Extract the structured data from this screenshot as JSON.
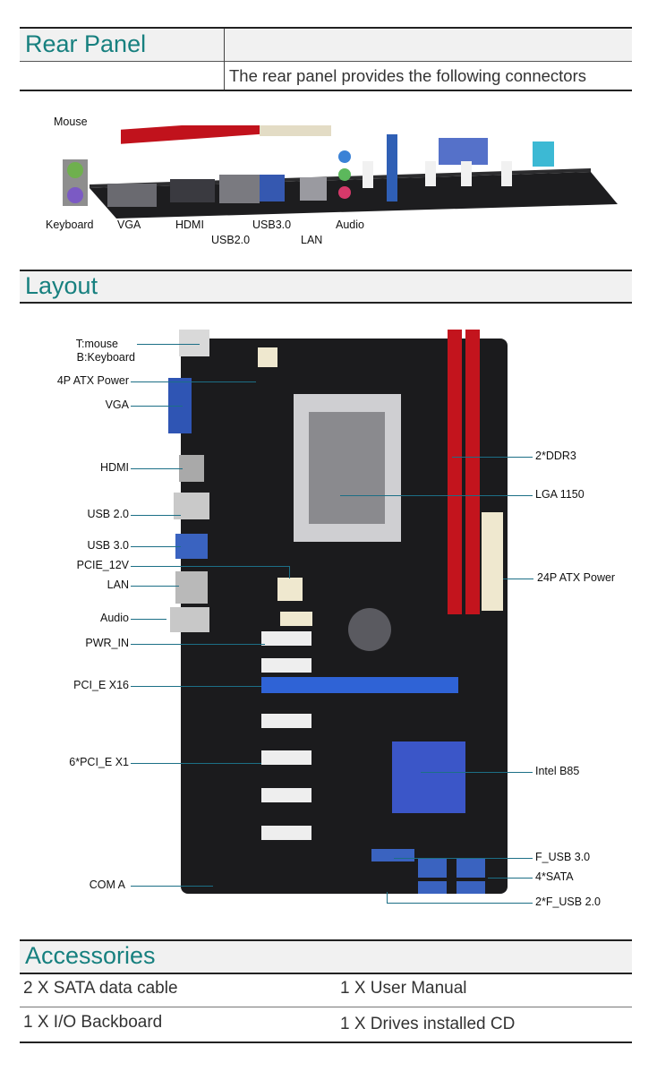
{
  "rear_panel": {
    "title": "Rear Panel",
    "subtitle": "The rear panel provides the following connectors",
    "labels": {
      "mouse": "Mouse",
      "keyboard": "Keyboard",
      "vga": "VGA",
      "hdmi": "HDMI",
      "usb20": "USB2.0",
      "usb30": "USB3.0",
      "lan": "LAN",
      "audio": "Audio"
    }
  },
  "layout": {
    "title": "Layout",
    "left_labels": {
      "mouse_kb_1": "T:mouse",
      "mouse_kb_2": "B:Keyboard",
      "atx4p": "4P ATX Power",
      "vga": "VGA",
      "hdmi": "HDMI",
      "usb20": "USB 2.0",
      "usb30": "USB 3.0",
      "pcie12v": "PCIE_12V",
      "lan": "LAN",
      "audio": "Audio",
      "pwr_in": "PWR_IN",
      "pcie_x16": "PCI_E X16",
      "pcie_x1": "6*PCI_E X1",
      "com_a": "COM A"
    },
    "right_labels": {
      "ddr3": "2*DDR3",
      "lga": "LGA 1150",
      "atx24p": "24P ATX Power",
      "b85": "Intel B85",
      "f_usb30": "F_USB 3.0",
      "sata": "4*SATA",
      "f_usb20": "2*F_USB 2.0"
    }
  },
  "accessories": {
    "title": "Accessories",
    "items": [
      "2 X SATA  data cable",
      "1 X User Manual",
      "1 X I/O  Backboard",
      "1 X Drives installed CD"
    ]
  }
}
